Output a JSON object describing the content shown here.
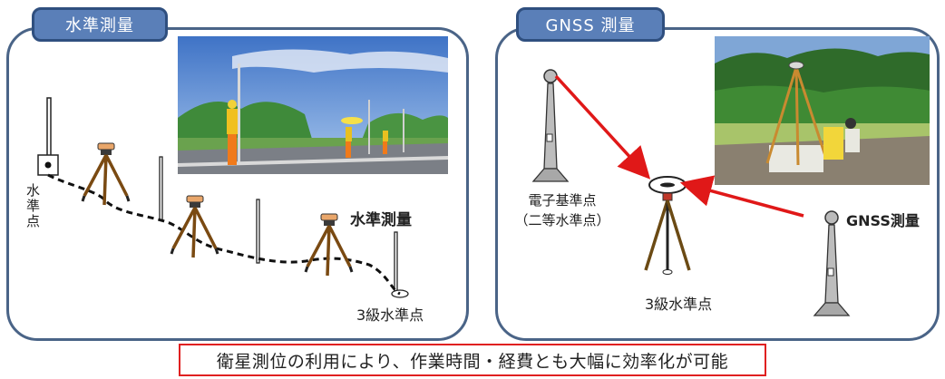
{
  "left_panel": {
    "tab_label": "水準測量",
    "benchmark_label": "水準点",
    "method_label": "水準測量",
    "target_label": "3級水準点"
  },
  "right_panel": {
    "tab_label": "GNSS 測量",
    "reference_label_line1": "電子基準点",
    "reference_label_line2": "（二等水準点）",
    "method_label": "GNSS測量",
    "target_label": "3級水準点"
  },
  "caption": "衛星測位の利用により、作業時間・経費とも大幅に効率化が可能",
  "colors": {
    "panel_border": "#4a6487",
    "tab_fill": "#5a7fb8",
    "arrow": "#e01818",
    "caption_border": "#e02020"
  }
}
